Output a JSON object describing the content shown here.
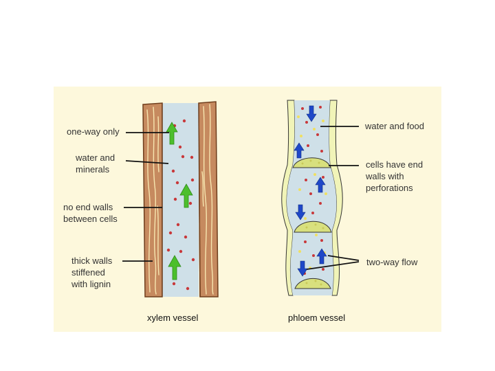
{
  "colors": {
    "panel_bg": "#fdf8dc",
    "wood": "#c68a5f",
    "wood_dark": "#6e3d1c",
    "grain": "#f7e6b0",
    "vessel_fluid": "#cfe0e8",
    "phloem_wall": "#f1f4b8",
    "sieve_plate": "#d8e07e",
    "arrow_up_xylem": "#4cbf2c",
    "arrow_phloem": "#1f48c8",
    "dot_red": "#c8383a",
    "dot_yellow": "#f0e060"
  },
  "labels": {
    "one_way_only": "one-way only",
    "water_and_minerals": "water and\nminerals",
    "no_end_walls": "no end walls\nbetween cells",
    "thick_walls": "thick walls\nstiffened\nwith lignin",
    "water_and_food": "water and food",
    "cells_have_end_walls": "cells have end\nwalls with\nperforations",
    "two_way_flow": "two-way flow"
  },
  "captions": {
    "xylem": "xylem vessel",
    "phloem": "phloem vessel"
  },
  "icons": [
    "arrow-up-icon",
    "arrow-down-icon"
  ]
}
